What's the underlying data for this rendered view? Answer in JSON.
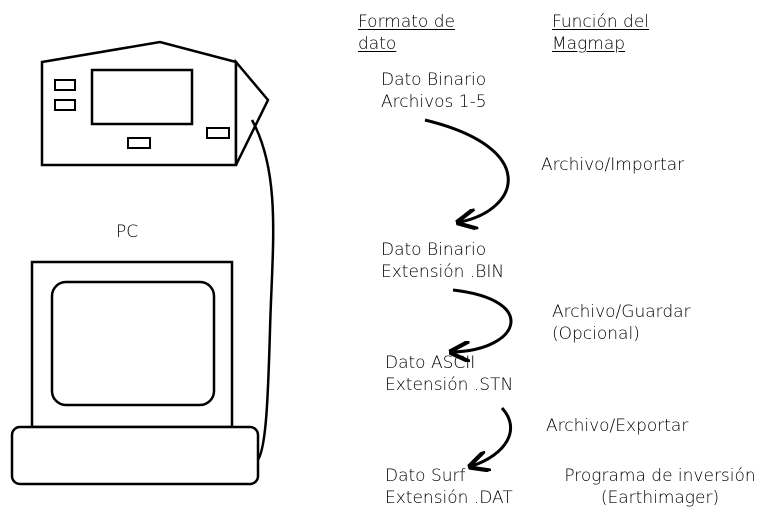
{
  "headers": {
    "format_line1": "Formato de",
    "format_line2": "dato",
    "function_line1": "Función del",
    "function_line2": "Magmap"
  },
  "pc_label": "PC",
  "formats": [
    {
      "line1": "Dato Binario",
      "line2": "Archivos 1-5"
    },
    {
      "line1": "Dato Binario",
      "line2": "Extensión .BIN"
    },
    {
      "line1": "Dato ASCII",
      "line2": "Extensión .STN"
    },
    {
      "line1": "Dato Surf",
      "line2": "Extensión .DAT"
    }
  ],
  "functions": [
    {
      "line1": "Archivo/Importar",
      "line2": ""
    },
    {
      "line1": "Archivo/Guardar",
      "line2": "(Opcional)"
    },
    {
      "line1": "Archivo/Exportar",
      "line2": ""
    },
    {
      "line1": "Programa de inversión",
      "line2": "(Earthimager)"
    }
  ]
}
